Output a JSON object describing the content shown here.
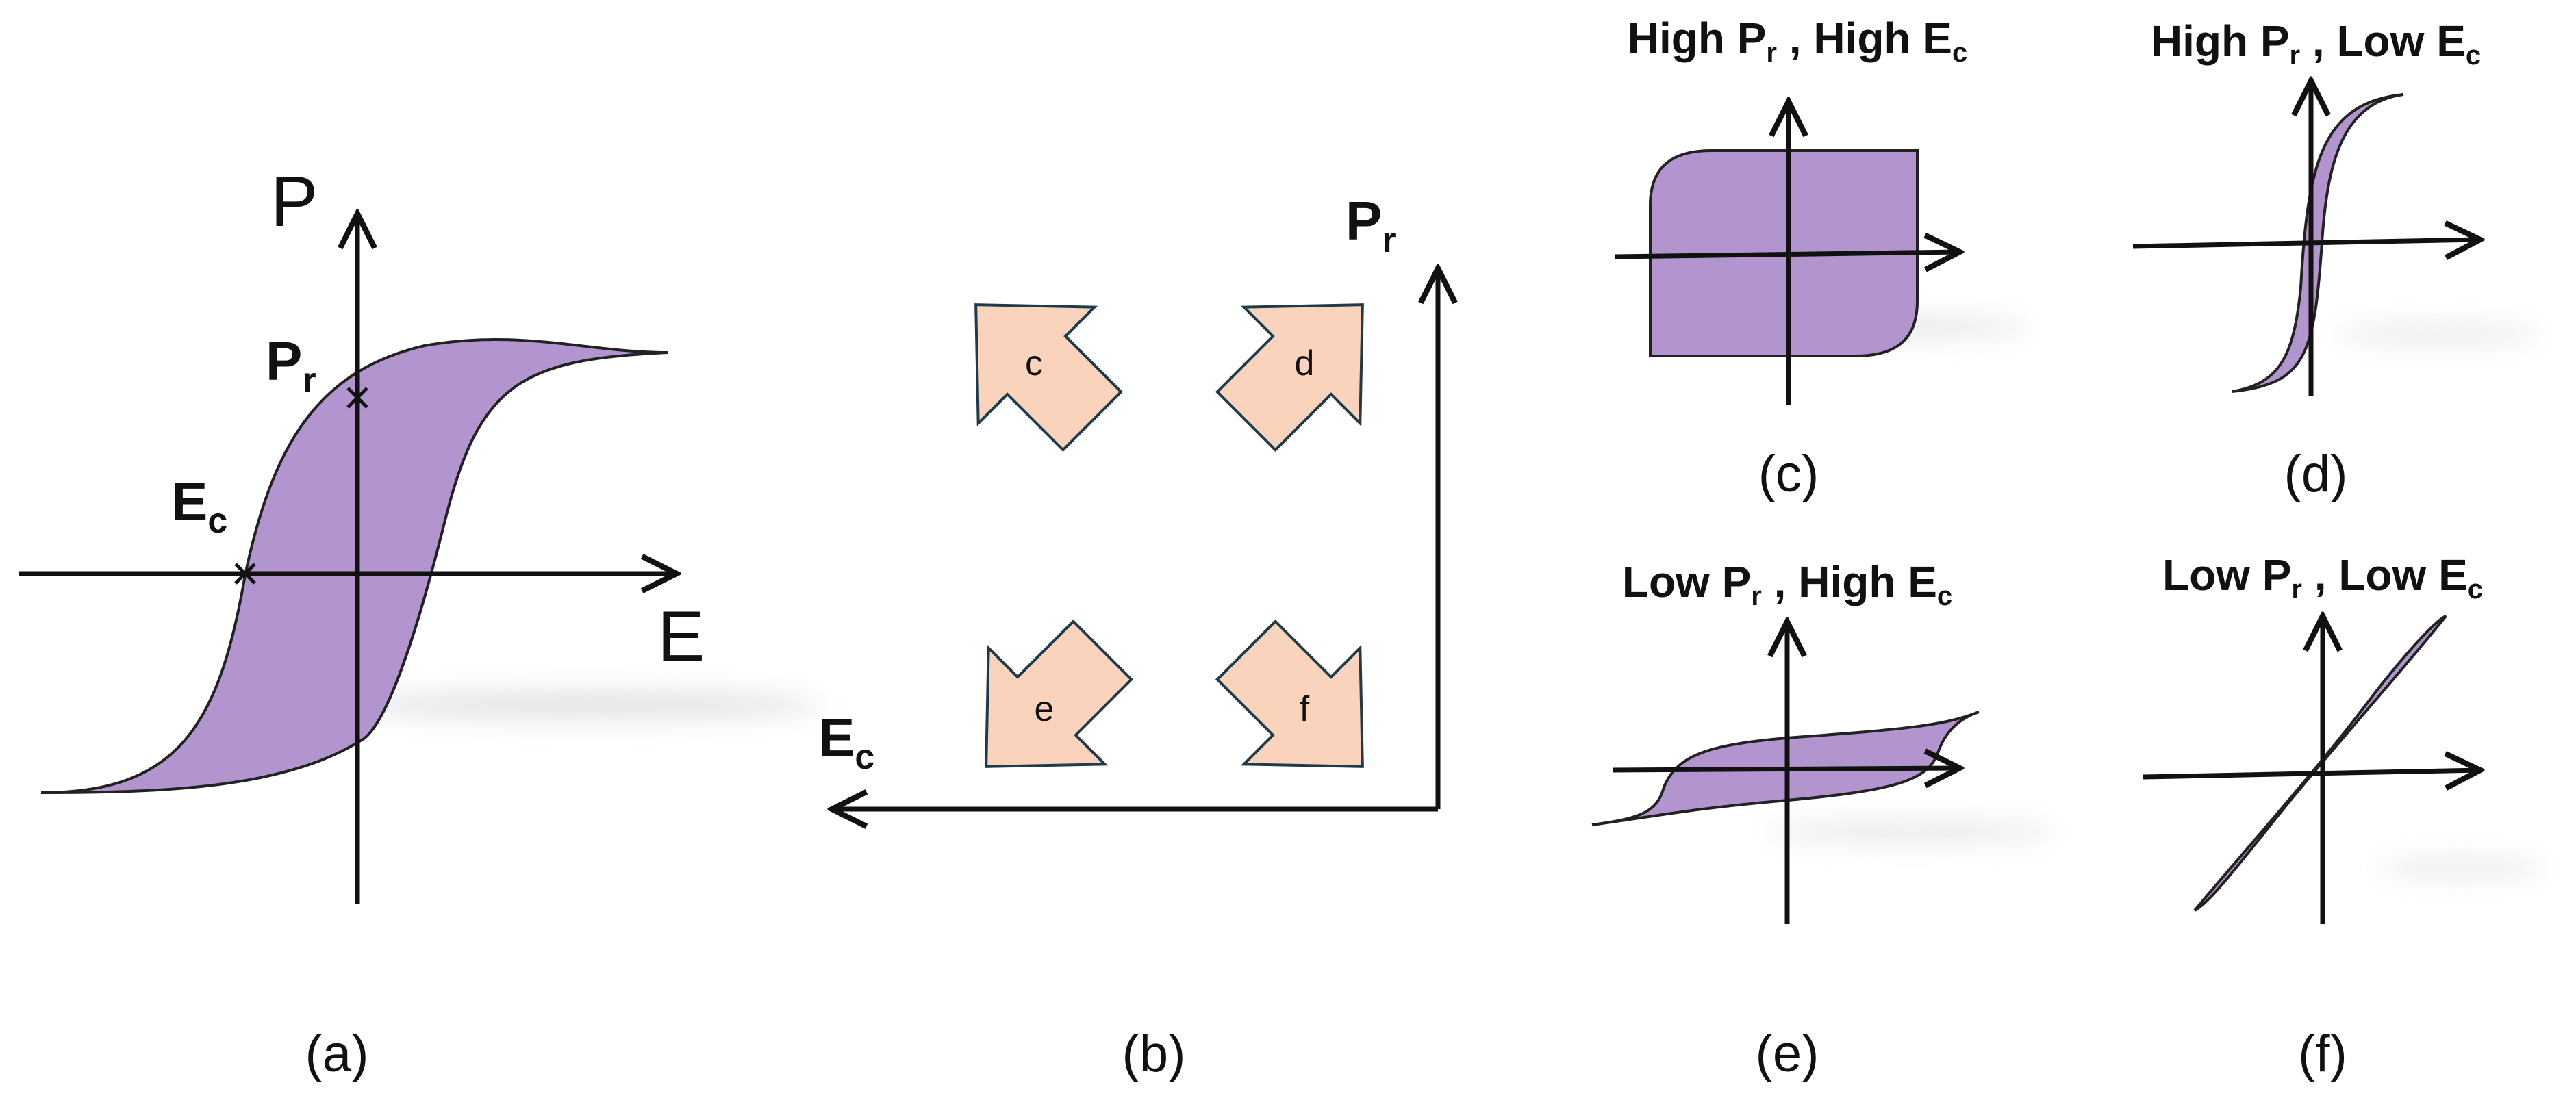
{
  "colors": {
    "loop_fill": "#b294cf",
    "loop_stroke": "#222222",
    "arrow_fill": "#f9d3bc",
    "arrow_stroke": "#1f3a4a",
    "axis": "#111111"
  },
  "panel_a": {
    "y_axis_label": "P",
    "x_axis_label": "E",
    "pr_label": {
      "main": "P",
      "sub": "r"
    },
    "ec_label": {
      "main": "E",
      "sub": "c"
    },
    "caption": "(a)"
  },
  "panel_b": {
    "y_axis_label": {
      "main": "P",
      "sub": "r"
    },
    "x_axis_label": {
      "main": "E",
      "sub": "c"
    },
    "arrows": [
      {
        "id": "c",
        "label": "c",
        "direction": "up-left"
      },
      {
        "id": "d",
        "label": "d",
        "direction": "up-right"
      },
      {
        "id": "e",
        "label": "e",
        "direction": "down-left"
      },
      {
        "id": "f",
        "label": "f",
        "direction": "down-right"
      }
    ],
    "caption": "(b)"
  },
  "panel_c": {
    "title": {
      "a": "High P",
      "a_sub": "r",
      "b": ", High E",
      "b_sub": "c"
    },
    "caption": "(c)"
  },
  "panel_d": {
    "title": {
      "a": "High P",
      "a_sub": "r",
      "b": ", Low E",
      "b_sub": "c"
    },
    "caption": "(d)"
  },
  "panel_e": {
    "title": {
      "a": "Low P",
      "a_sub": "r",
      "b": ", High E",
      "b_sub": "c"
    },
    "caption": "(e)"
  },
  "panel_f": {
    "title": {
      "a": "Low P",
      "a_sub": "r",
      "b": ", Low E",
      "b_sub": "c"
    },
    "caption": "(f)"
  }
}
